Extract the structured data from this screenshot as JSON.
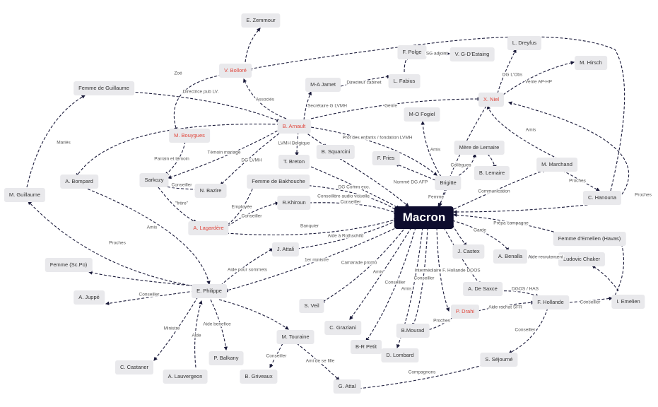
{
  "colors": {
    "edge": "#1a1a3a",
    "node_bg": "#e9e9ec",
    "highlight_text": "#e0453a",
    "center_bg": "#0d0c2e"
  },
  "nodes": {
    "macron": "Macron",
    "zemmour": "E. Zemmour",
    "bollore": "V. Bolloré",
    "femme_guillaume": "Femme de Guillaume",
    "bouygues": "M. Bouygues",
    "arnault": "B. Arnault",
    "squarcini": "B. Squarcini",
    "breton": "T. Breton",
    "bompard": "A. Bompard",
    "sarkozy": "Sarkozy",
    "bazire": "N. Bazire",
    "bakhouche": "Femme de Bakhouche",
    "khiroun": "R.Khiroun",
    "lagardere": "A. Lagardère",
    "guillaume": "M. Guillaume",
    "attali": "J. Attali",
    "femme_scpo": "Femme (Sc.Po)",
    "juppe": "A. Juppé",
    "philippe": "E. Philippe",
    "veil": "S. Veil",
    "castaner": "C. Castaner",
    "lauvergeon": "A. Lauvergeon",
    "balkany": "P. Balkany",
    "touraine": "M. Touraine",
    "griveaux": "B. Griveaux",
    "attal": "G. Attal",
    "graziani": "C. Graziani",
    "petit": "B-R Petit",
    "lombard": "D. Lombard",
    "mourad": "B.Mourad",
    "drahi": "P. Drahi",
    "desaxce": "A. De Saxce",
    "castex": "J. Castex",
    "benalla": "A. Benalla",
    "chaker": "Ludovic Chaker",
    "femme_emelien": "Femme d'Emelien (Havas)",
    "emelien": "I. Emelien",
    "hollande": "F. Hollande",
    "sejourne": "S. Séjourné",
    "jamet": "M-A Jamet",
    "fabius": "L. Fabius",
    "polge": "F. Polge",
    "destaing": "V. G-D'Estaing",
    "dreyfus": "L. Dreyfus",
    "hirsch": "M. Hirsch",
    "niel": "X. Niel",
    "fogiel": "M-O Fogiel",
    "fries": "F. Fries",
    "brigitte": "Brigitte",
    "mere_lemaire": "Mère de Lemaire",
    "lemaire": "B. Lemaire",
    "marchand": "M. Marchand",
    "hanouna": "C. Hanouna"
  },
  "edge_labels": {
    "zoe": "Zoé",
    "associes": "Associés",
    "directrice_pub": "Directrice pub LV.",
    "maries": "Mariés",
    "temoin_mariage": "Témoin mariage",
    "parrain": "Parrain et témoin",
    "dg_lvmh": "DG LVMH",
    "lvmh_belgique": "LVMH Belgique",
    "conseiller_sarko": "Conseiller",
    "frere": "\"frère\"",
    "employee": "Employée",
    "conseiller_lag": "Conseiller",
    "conseillere_av": "Conseillère audio visuelle",
    "conseiller_kh": "Conseiller",
    "dg_comm": "DG Comm eco.",
    "banquier": "Banquier",
    "aide_rothschild": "Aide à Rothschild",
    "amis_bompard": "Amis",
    "proches_guillaume": "Proches",
    "aide_sommets": "Aide pour sommets",
    "premier_ministre": "1er ministre",
    "camarade": "Camarade promo",
    "amis_graziani": "Amis",
    "conseiller_petit": "Conseiller",
    "amis_lombard": "Amis",
    "conseiller_mourad": "Conseiller",
    "intermediaire": "Intermédiaire F. Hollande DOOS",
    "proches_drahi": "Proches",
    "aide_rachat": "Aide rachat SFR",
    "dgos_has": "DGOS / HAS",
    "conseiller_emelien": "Conseiller",
    "conseiller_sej": "Conseiller",
    "compagnons": "Compagnons",
    "conseiller_juppe": "Conseiller",
    "ministre": "Ministre",
    "aide_lauv": "Aide",
    "aide_benefice": "Aide benefice",
    "conseiller_griveaux": "Conseiller",
    "ami_fille": "Ami de se fille",
    "secretaire": "Secrétaire G LVMH",
    "directeur_cabinet": "Directeur cabinet",
    "sg_adjoint": "SG adjoint",
    "dg_lobs": "DG L'Obs",
    "vente": "Vente AP-HP",
    "genre": "Genre",
    "amis_niel": "Amis",
    "prof_enfants": "Prof des enfants / fondation LVMH",
    "nomme_dg": "Nommé DG AFP",
    "amis_fogiel": "Amis",
    "collegues": "Collègues",
    "femme": "Femme",
    "communication": "Communication",
    "proches_hanouna": "Proches",
    "proches_marchand": "Proches",
    "prepa": "Prépa campagne",
    "garde": "Garde",
    "aide_recrutement": "Aide recrutement"
  }
}
